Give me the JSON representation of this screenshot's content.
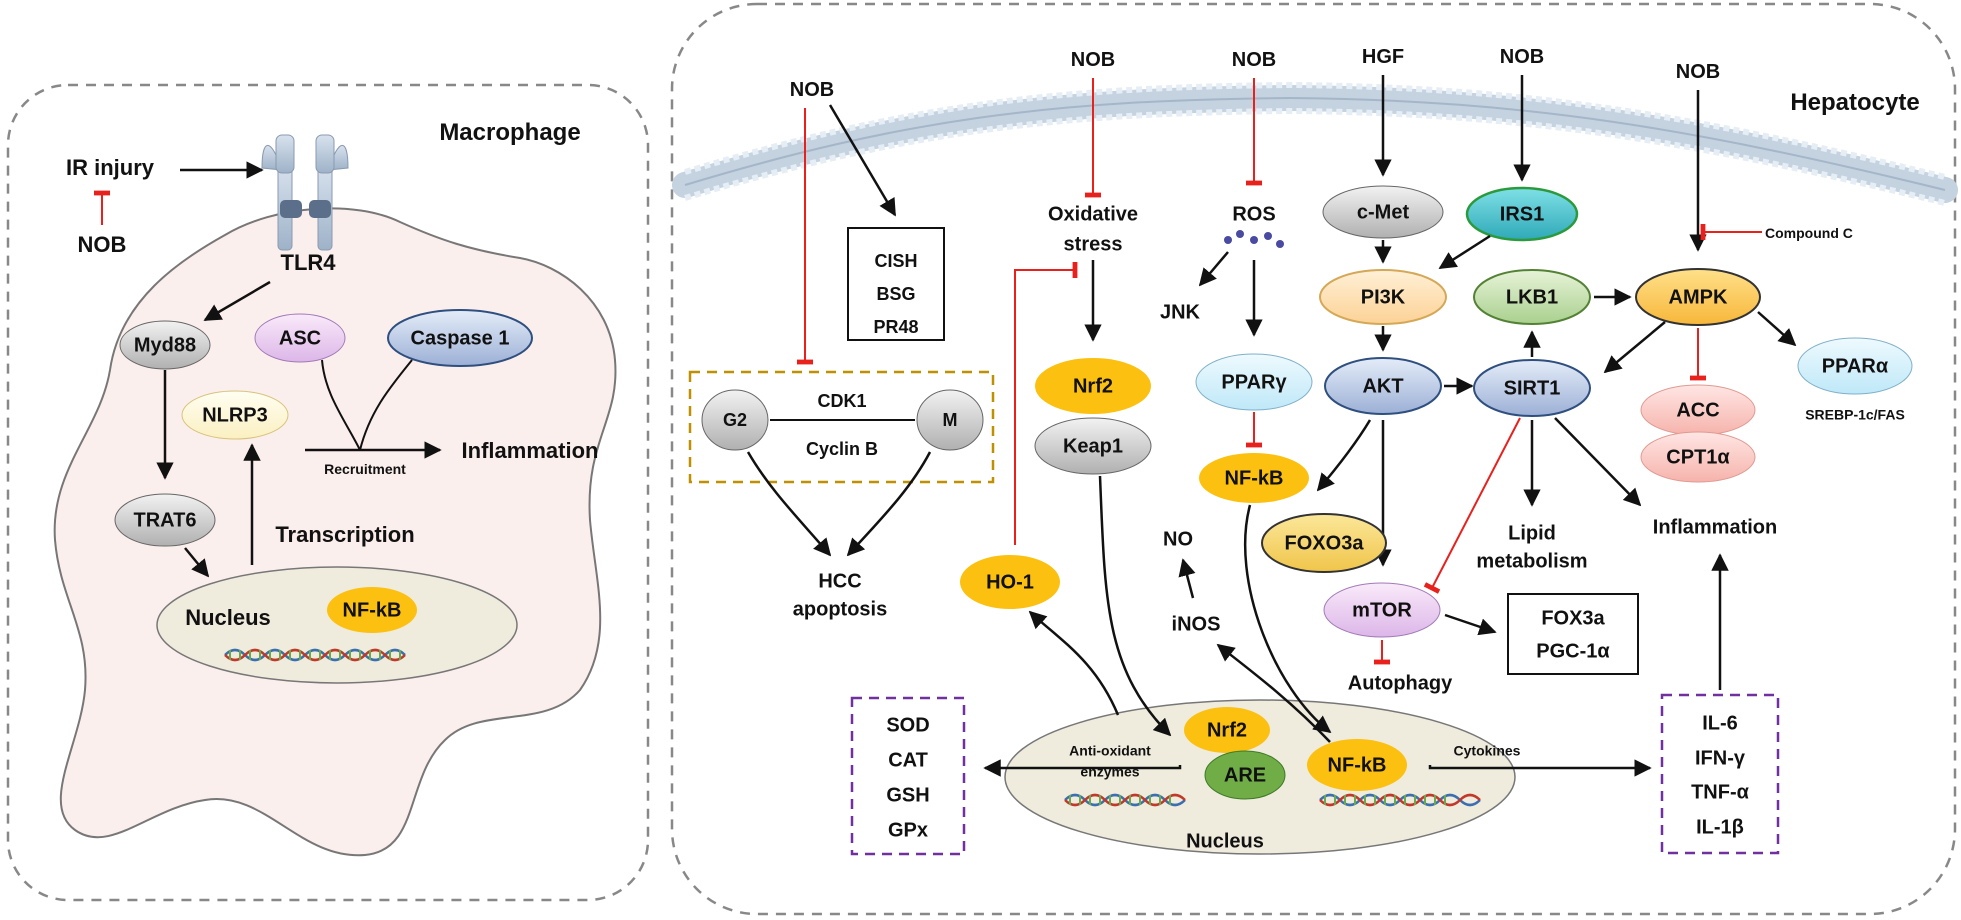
{
  "macrophage": {
    "title": "Macrophage",
    "ir_injury": "IR injury",
    "nob": "NOB",
    "tlr4": "TLR4",
    "myd88": "Myd88",
    "asc": "ASC",
    "caspase1": "Caspase 1",
    "nlrp3": "NLRP3",
    "recruitment": "Recruitment",
    "inflammation": "Inflammation",
    "trat6": "TRAT6",
    "transcription": "Transcription",
    "nucleus": "Nucleus",
    "nfkb": "NF-kB"
  },
  "hepatocyte": {
    "title": "Hepatocyte",
    "nob_labels": [
      "NOB",
      "NOB",
      "NOB",
      "NOB",
      "NOB"
    ],
    "hgf": "HGF",
    "cell_cycle": [
      "CISH",
      "BSG",
      "PR48"
    ],
    "g2": "G2",
    "m": "M",
    "cdk1": "CDK1",
    "cyclinb": "Cyclin B",
    "hcc_apoptosis": [
      "HCC",
      "apoptosis"
    ],
    "oxidative_stress": [
      "Oxidative",
      "stress"
    ],
    "nrf2": "Nrf2",
    "keap1": "Keap1",
    "ho1": "HO-1",
    "ros": "ROS",
    "jnk": "JNK",
    "ppargamma": "PPARγ",
    "nfkb": "NF-kB",
    "no": "NO",
    "inos": "iNOS",
    "cmet": "c-Met",
    "irs1": "IRS1",
    "pi3k": "PI3K",
    "akt": "AKT",
    "foxo3a": "FOXO3a",
    "lkb1": "LKB1",
    "sirt1": "SIRT1",
    "ampk": "AMPK",
    "compound_c": "Compound C",
    "ppar_alpha": "PPARα",
    "srebp": "SREBP-1c/FAS",
    "acc": "ACC",
    "cpt1a": "CPT1α",
    "mtor": "mTOR",
    "autophagy": "Autophagy",
    "fox_box": [
      "FOX3a",
      "PGC-1α"
    ],
    "lipid_metabolism": [
      "Lipid",
      "metabolism"
    ],
    "inflammation": "Inflammation",
    "antioxidants": [
      "SOD",
      "CAT",
      "GSH",
      "GPx"
    ],
    "cytokines": [
      "IL-6",
      "IFN-γ",
      "TNF-α",
      "IL-1β"
    ],
    "anti_oxidant_enzymes": [
      "Anti-oxidant",
      "enzymes"
    ],
    "cytokines_label": "Cytokines",
    "nucleus": "Nucleus",
    "nucleus_nrf2": "Nrf2",
    "are": "ARE",
    "nucleus_nfkb": "NF-kB"
  },
  "colors": {
    "inhibit": "#e8211d",
    "orange_node": "#fbc010",
    "purple_dash": "#7030a0",
    "gold_dash": "#bf9000",
    "cell_fill": "#fbefed",
    "nucleus_fill": "#efebdd"
  }
}
